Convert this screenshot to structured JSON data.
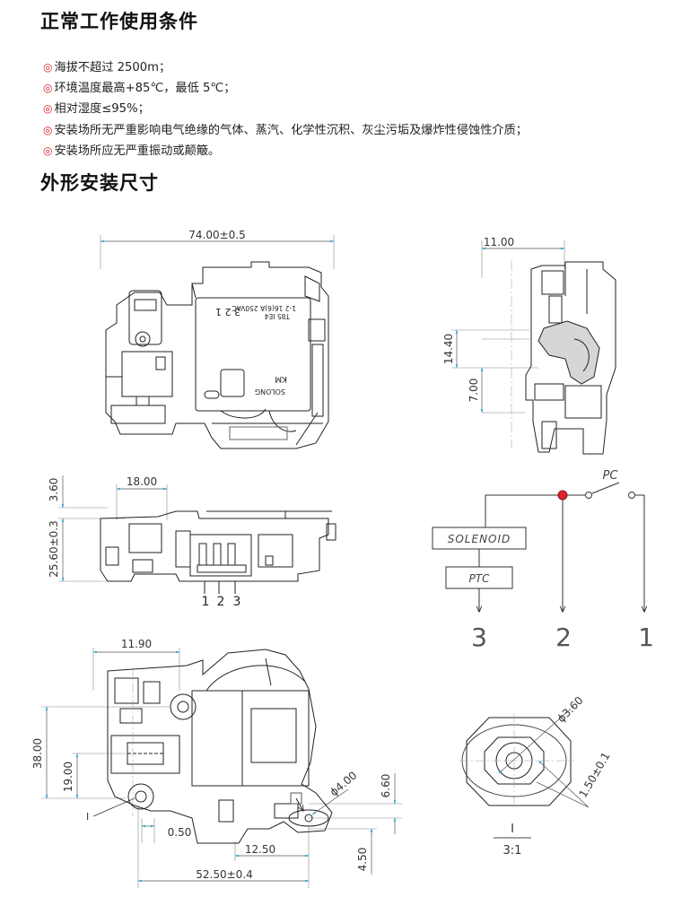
{
  "sections": {
    "conditions_title": "正常工作使用条件",
    "dimensions_title": "外形安装尺寸"
  },
  "conditions": [
    "海拔不超过 2500m；",
    "环境温度最高+85℃，最低 5℃；",
    "相对湿度≤95%；",
    "安装场所无严重影响电气绝缘的气体、蒸汽、化学性沉积、灰尘污垢及爆炸性侵蚀性介质；",
    "安装场所应无严重振动或颠簸。"
  ],
  "bullet_icon": "double-circle-icon",
  "accent_color": "#d9232d",
  "dimensions": {
    "top_view_width": "74.00±0.5",
    "side_offset": "11.00",
    "side_height_a": "14.40",
    "side_height_b": "7.00",
    "front_offset_top": "3.60",
    "front_terminal_span": "18.00",
    "front_height": "25.60±0.3",
    "bottom_offset": "11.90",
    "bottom_height": "38.00",
    "bottom_height_lower": "19.00",
    "bottom_gap": "0.50",
    "bottom_hole": "ϕ4.00",
    "bottom_h_right_upper": "6.60",
    "bottom_h_right_lower": "4.50",
    "bottom_width_inner": "12.50",
    "bottom_width_total": "52.50±0.4",
    "detail_diameter": "ϕ3.60",
    "detail_offset": "1.50±0.1",
    "detail_label": "I",
    "detail_scale": "3:1",
    "section_marker": "I"
  },
  "terminals": [
    "1",
    "2",
    "3"
  ],
  "device_markings": {
    "line1": "T85 IE4",
    "line2": "1-2 16(6)A 250VAC",
    "pins": "3 2 1",
    "brand": "SOLONG",
    "code": "KM"
  },
  "schematic": {
    "switch_label": "PC",
    "solenoid_label": "SOLENOID",
    "ptc_label": "PTC",
    "outputs": [
      "3",
      "2",
      "1"
    ]
  }
}
